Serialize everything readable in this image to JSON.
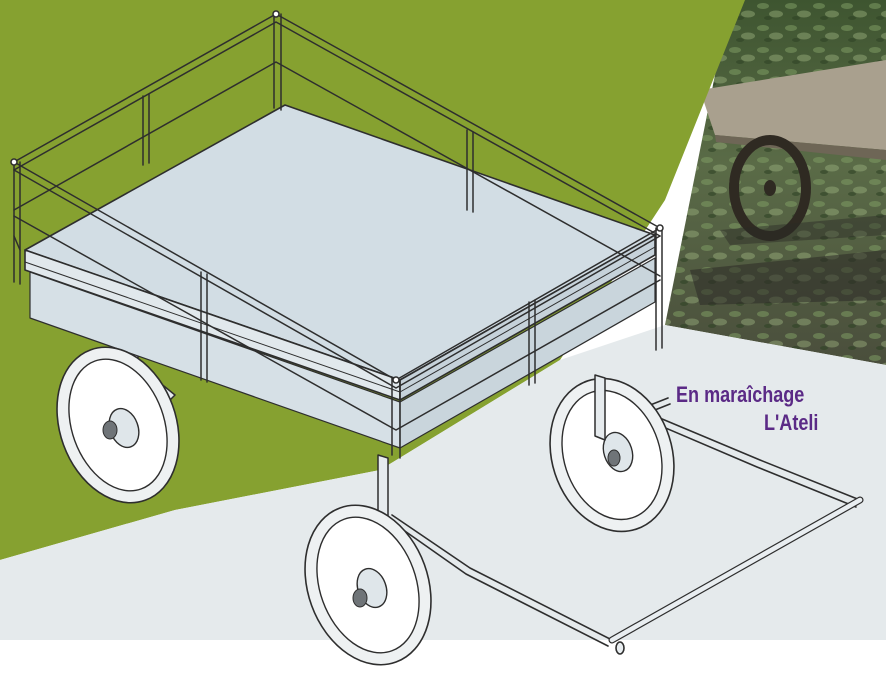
{
  "headline": {
    "line1": "En maraîchage",
    "line2": "L'Ateli"
  },
  "colors": {
    "green_panel": "#86a130",
    "grey_panel": "#e5eaec",
    "headline": "#5b2a86",
    "platform": "#d2dde4",
    "frame_line": "#2e2e2e"
  },
  "illustration": {
    "subject": "four-wheeled garden cart with railed flat bed and long tow bar",
    "photo_inset": "cart on a vegetable field"
  }
}
